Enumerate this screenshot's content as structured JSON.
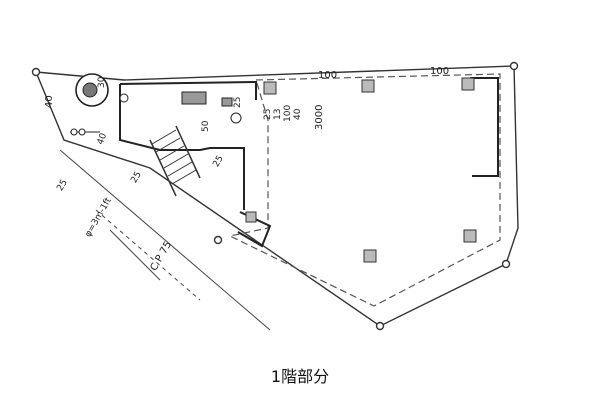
{
  "caption": "1階部分",
  "dimensions": {
    "top_1": "100",
    "top_2": "100",
    "d40_a": "40",
    "d40_b": "40",
    "d25_a": "25",
    "d25_b": "25",
    "d25_c": "25",
    "d25_d": "25",
    "d13": "13",
    "d100": "100",
    "d40_c": "40",
    "d3000": "3000",
    "d50": "50",
    "d30": "30",
    "d25_e": "25"
  },
  "labels": {
    "boundary": "C P 75",
    "note": "φ=3m-1ft"
  }
}
